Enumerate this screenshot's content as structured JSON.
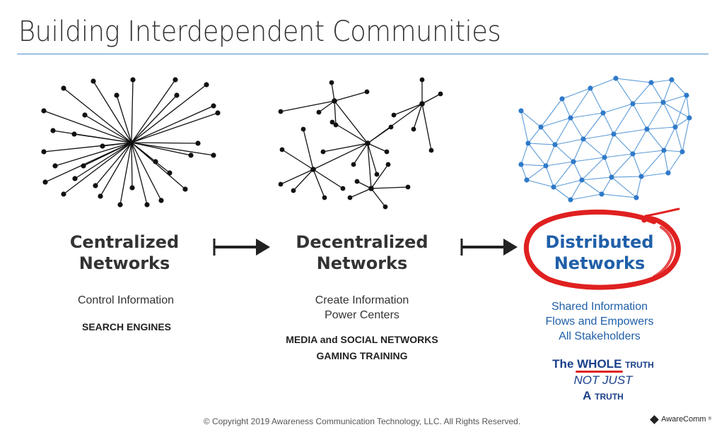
{
  "title": "Building Interdependent Communities",
  "columns": [
    {
      "heading_line1": "Centralized",
      "heading_line2": "Networks",
      "desc_line1": "Control Information",
      "desc_line2": "",
      "caps_line1": "SEARCH ENGINES",
      "caps_line2": ""
    },
    {
      "heading_line1": "Decentralized",
      "heading_line2": "Networks",
      "desc_line1": "Create Information",
      "desc_line2": "Power Centers",
      "caps_line1": "MEDIA and SOCIAL NETWORKS",
      "caps_line2": "GAMING TRAINING"
    },
    {
      "heading_line1": "Distributed",
      "heading_line2": "Networks",
      "desc_line1": "Shared Information",
      "desc_line2": "Flows and Empowers",
      "desc_line3": "All Stakeholders"
    }
  ],
  "truth": {
    "the": "The",
    "whole": "WHOLE",
    "truth1": "TRUTH",
    "not_just": "NOT JUST",
    "a": "A",
    "truth2": "TRUTH"
  },
  "footer": "© Copyright 2019 Awareness Communication Technology, LLC. All Rights Reserved.",
  "logo": "AwareComm",
  "colors": {
    "accent": "#1f5fa8",
    "network_blue": "#4a90d9",
    "circle_red": "#e02020",
    "rule": "#4a8fcf"
  }
}
